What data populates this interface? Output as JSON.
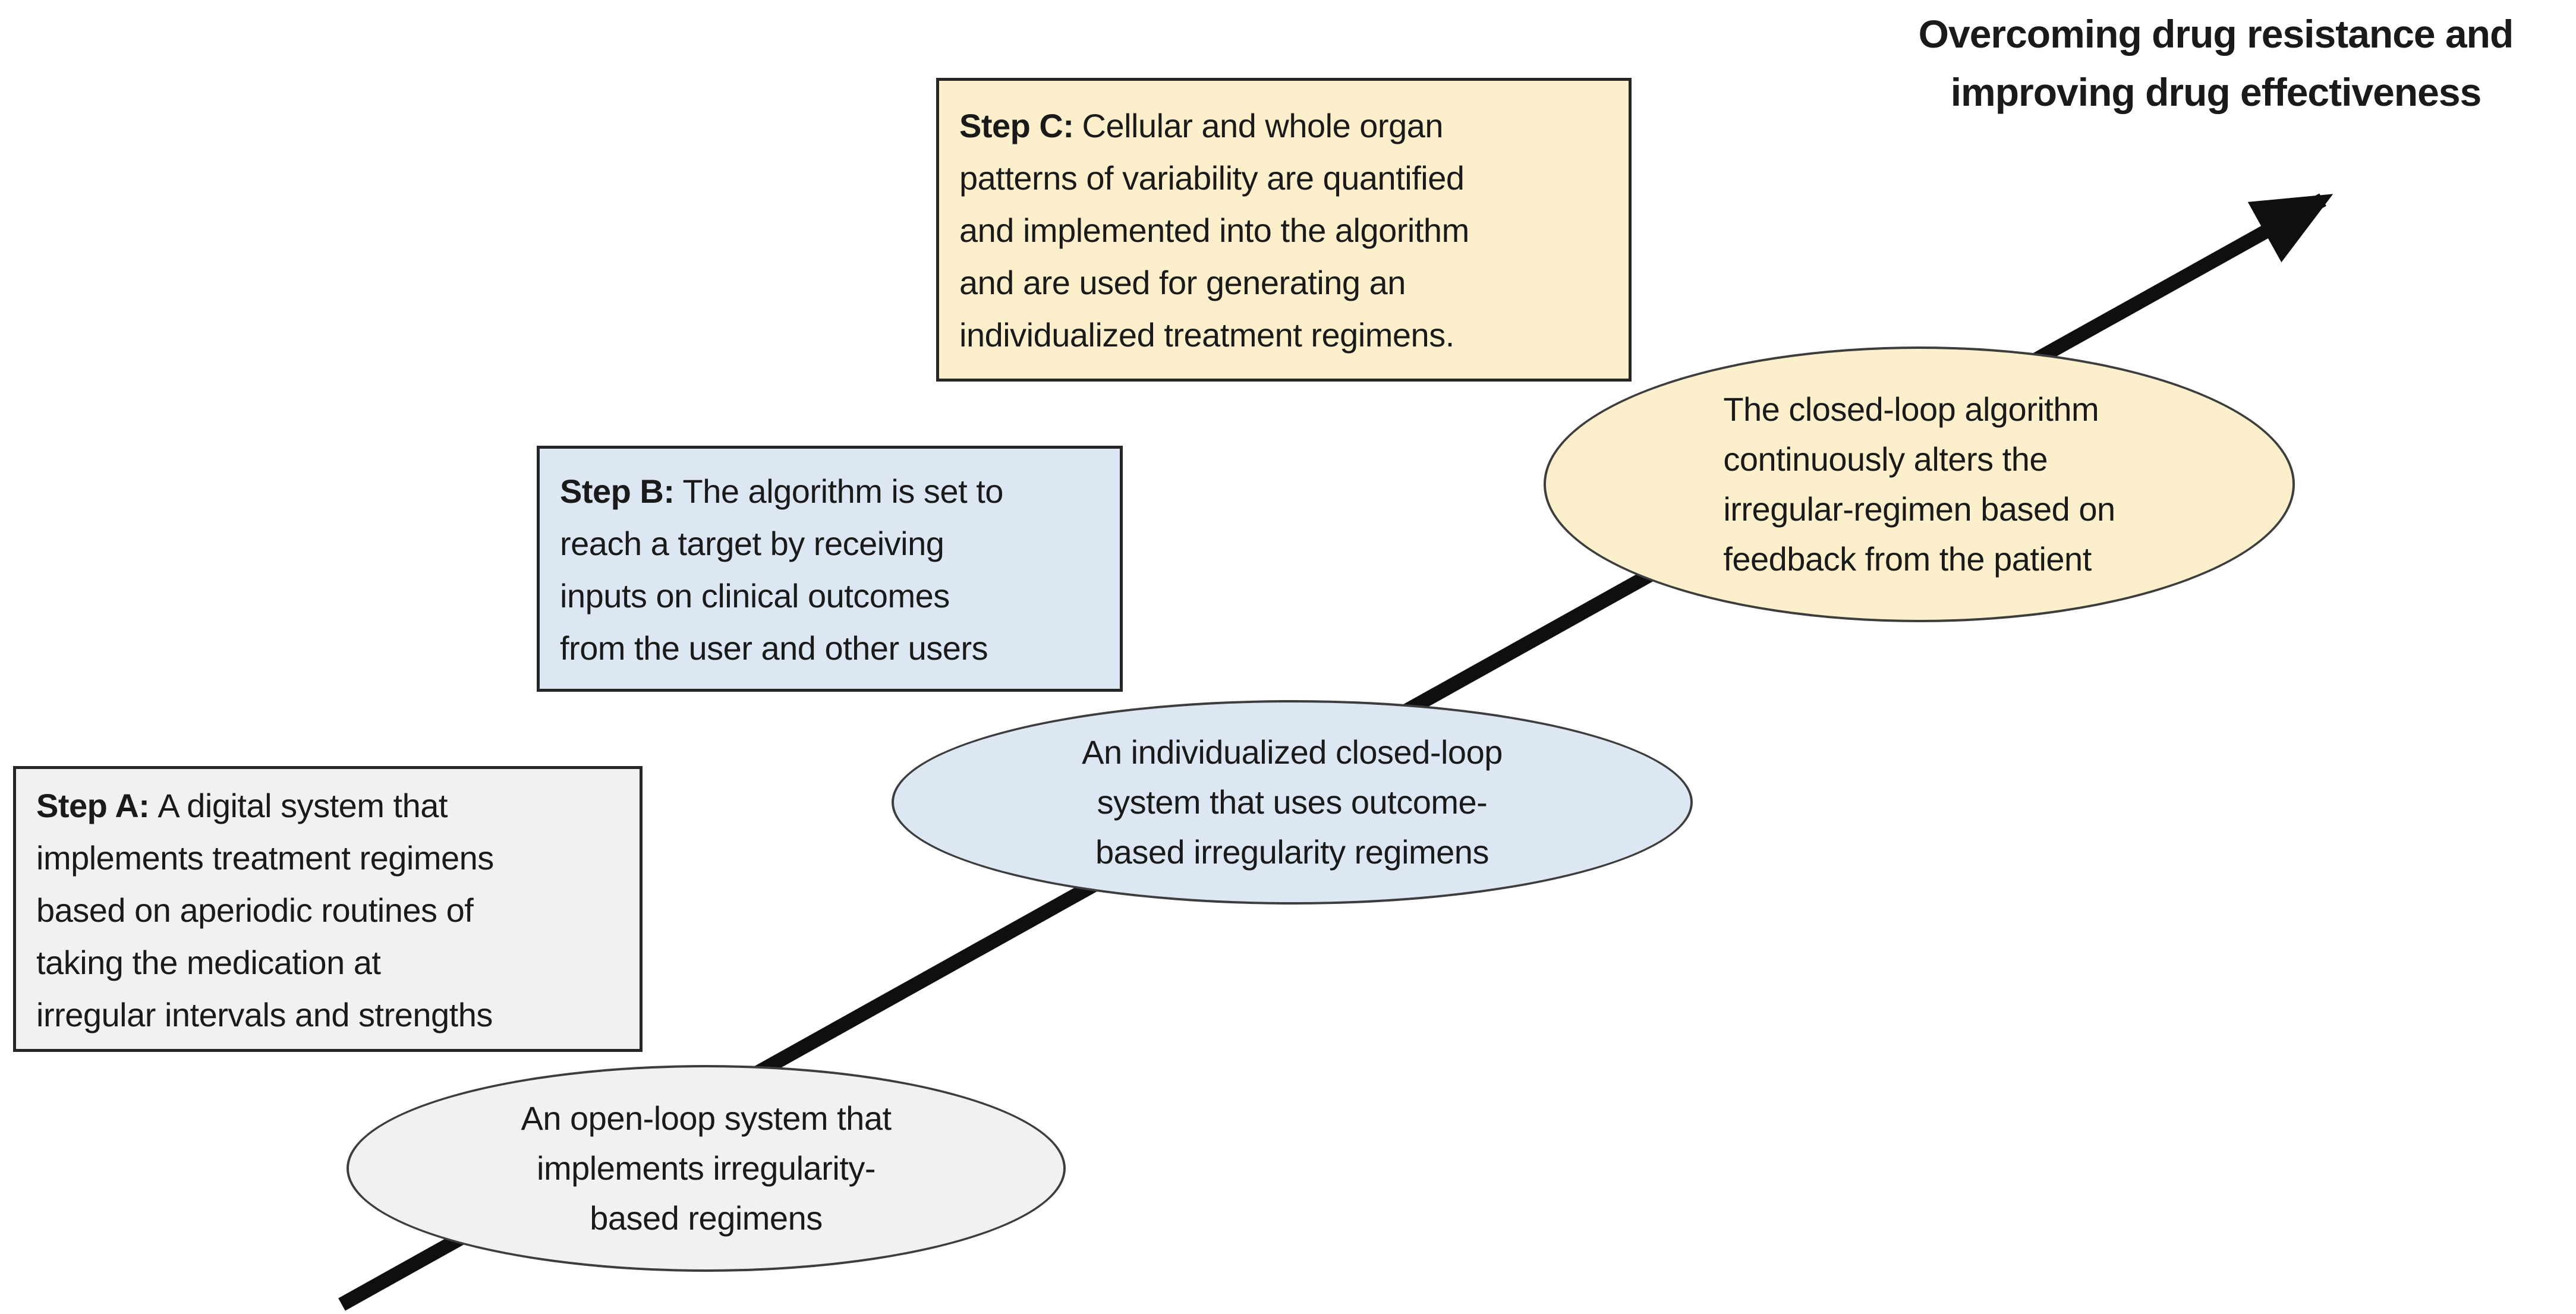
{
  "title": {
    "line1": "Overcoming drug resistance and",
    "line2": "improving drug effectiveness"
  },
  "boxes": {
    "step_a": {
      "label": "Step A:",
      "lines": [
        "A digital system that",
        "implements treatment regimens",
        "based on aperiodic routines of",
        "taking the medication at",
        "irregular intervals and strengths"
      ]
    },
    "step_b": {
      "label": "Step B:",
      "lines": [
        "The algorithm is set to",
        "reach a target by receiving",
        "inputs on clinical outcomes",
        "from the user and other users"
      ]
    },
    "step_c": {
      "label": "Step C:",
      "lines": [
        "Cellular and whole organ",
        "patterns of variability are quantified",
        "and implemented into the algorithm",
        "and are used for generating an",
        "individualized treatment regimens."
      ]
    }
  },
  "ellipses": {
    "open_loop": {
      "lines": [
        "An open-loop system that",
        "implements irregularity-",
        "based regimens"
      ]
    },
    "closed_loop": {
      "lines": [
        "An individualized closed-loop",
        "system that uses outcome-",
        "based irregularity regimens"
      ]
    },
    "algorithm": {
      "lines": [
        "The closed-loop algorithm",
        "continuously alters the",
        "irregular-regimen based on",
        "feedback from the patient"
      ]
    }
  },
  "colors": {
    "gray_fill": "#f1f1f1",
    "blue_fill": "#dce7f3",
    "yellow_fill": "#fbf0cb",
    "border_dark": "#262626",
    "ellipse_border": "#3d3d3d",
    "arrow_color": "#0f0f0f",
    "text_color": "#1a1a1a"
  }
}
